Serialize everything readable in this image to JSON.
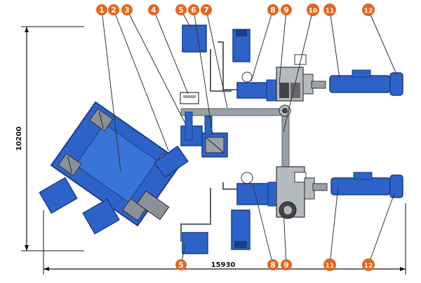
{
  "colors": {
    "machine_blue": "#2d63c8",
    "machine_dark": "#1a3d8c",
    "frame_grey": "#9aa0a8",
    "frame_dark": "#5f646b",
    "callout_orange": "#e8641e",
    "line": "#111111"
  },
  "dimensions": {
    "height_label": "10200",
    "width_label": "15930"
  },
  "callouts_top": [
    "1",
    "2",
    "3",
    "4",
    "5",
    "6",
    "7",
    "8",
    "9",
    "10",
    "11",
    "12"
  ],
  "callouts_bottom": [
    "5",
    "8",
    "9",
    "11",
    "12"
  ]
}
